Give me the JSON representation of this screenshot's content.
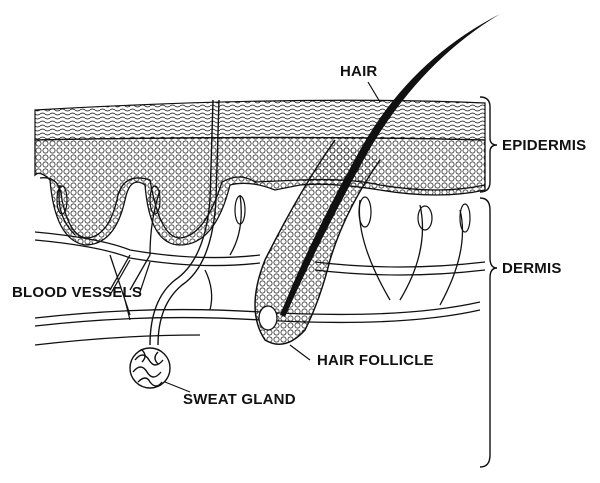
{
  "diagram": {
    "title": "Skin cross-section",
    "labels": {
      "hair": "HAIR",
      "epidermis": "EPIDERMIS",
      "dermis": "DERMIS",
      "blood_vessels": "BLOOD VESSELS",
      "hair_follicle": "HAIR FOLLICLE",
      "sweat_gland": "SWEAT GLAND"
    },
    "colors": {
      "ink": "#111111",
      "background": "#ffffff"
    }
  }
}
